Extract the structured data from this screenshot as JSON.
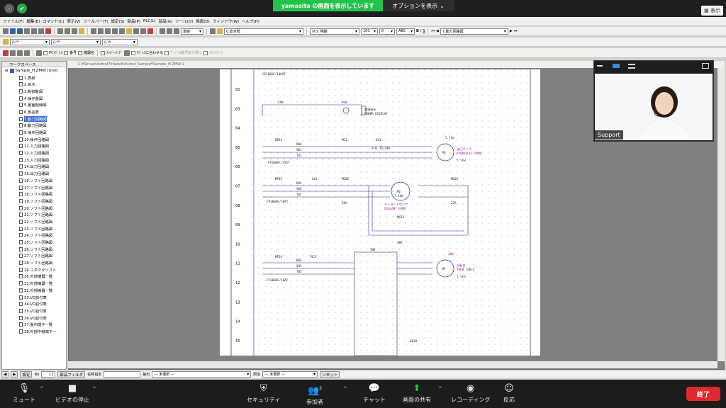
{
  "zoom": {
    "banner_text": "yamasita の画面を表示しています",
    "options_label": "オプションを表示",
    "view_label": "表示",
    "bottom": {
      "mute": "ミュート",
      "video": "ビデオの停止",
      "security": "セキュリティ",
      "participants": "参加者",
      "participants_count": "3",
      "chat": "チャット",
      "share": "画面の共有",
      "record": "レコーディング",
      "reactions": "反応",
      "end": "終了"
    },
    "video_name": "Support",
    "colors": {
      "share_green": "#23c24a",
      "end_red": "#e0292f"
    }
  },
  "menu": [
    "ファイル(F)",
    "編集(E)",
    "コマンド(C)",
    "表示(V)",
    "ツールバー(T)",
    "設定(S)",
    "部品(P)",
    "PLC(L)",
    "部品(G)",
    "ツール(O)",
    "画面(D)",
    "ウィンドウ(W)",
    "ヘルプ(H)"
  ],
  "toolbar": {
    "line_style": "単線",
    "layer_combo": "0.総合部",
    "font_combo": "ＭＳ 明朝",
    "size1": "100",
    "size2": "0",
    "abc": "ABC",
    "bold": "B",
    "italic": "I",
    "underline": "S",
    "page_combo": "7.動力回路図",
    "layer1": "(ﾚｲﾔ",
    "layer2": "(ﾚｲﾔ",
    "layer3": "(ﾚｲﾔ",
    "pc_address": "PCｱﾄﾞﾚｽ",
    "part_no": "番号",
    "device_name": "機器名",
    "numbering": "ﾅﾝﾊﾞｰﾘﾝｸﾞ",
    "address_match": "ｱﾄﾞﾚｽに合わせる",
    "device_split": "ﾃﾞﾊﾞｲｽ番号割り振く",
    "countdown": "ｶｳﾝﾄﾀﾞｳﾝ"
  },
  "draw_path": "C:¥SinvatUnidraf7¥data¥Unidraf_Sample¥Sample_H.ZMW-1",
  "workspace": {
    "title": "ワークスペース",
    "root": "Sample_H.ZMW (Unid",
    "items": [
      "1.表紙",
      "2.目次",
      "3.制御盤図",
      "4.操作盤図",
      "5.裏面配線図",
      "6.部品表",
      "7.動力回路図",
      "8.動力回路図",
      "9.操作回路図",
      "10.操作回路図",
      "11.入力回路図",
      "12.入力回路図",
      "13.入力回路図",
      "14.出力回路図",
      "15.出力回路図",
      "16.ソフト回路図",
      "17.ソフト回路図",
      "18.ソフト回路図",
      "19.ソフト回路図",
      "20.ソフト回路図",
      "21.ソフト回路図",
      "22.ソフト回路図",
      "23.ソフト回路図",
      "24.ソフト回路図",
      "25.ソフト回路図",
      "26.ソフト回路図",
      "27.ソフト回路図",
      "28.ソフト回路図",
      "29.コネクタリスト",
      "30.外部機器一覧",
      "31.外部機器一覧",
      "32.外部機器一覧",
      "33.I/O割付表",
      "34.I/O割付表",
      "35.I/O割付表",
      "36.I/O割付表",
      "37.盤内端子一覧",
      "38.外部中継端子一"
    ],
    "selected_index": 6
  },
  "status": {
    "settings": "設定",
    "no_label": "No",
    "no_value": "11",
    "part_filter": "部品フィルタ",
    "name_spec": "名称指定",
    "extract_label": "抽出",
    "extract_value": "--- 未選択 ---",
    "limit_label": "限定",
    "limit_value": "--- 未選択 ---",
    "reset": "リセット"
  },
  "schematic": {
    "rows": [
      "02",
      "03",
      "04",
      "05",
      "06",
      "07",
      "08",
      "09",
      "10",
      "11",
      "12",
      "13",
      "14",
      "15"
    ],
    "labels": {
      "mcb_top": "CP100AF/100AT",
      "cp0": "CP0",
      "pl0": "PL0",
      "power_jp": "電源表示",
      "power_en": "POWER DISPLAY",
      "mf1": "MF01",
      "mc1": "MC1",
      "ol1": "OL1",
      "ol1_range": "ｻｰﾏﾙ 15~24A",
      "r04": "R04",
      "s01": "S01",
      "t01": "T01",
      "cp_mf1": "CP100AF/75AT",
      "pump_kw": "5.5kW",
      "pump_jp": "油圧ポンプ",
      "pump_en": "HYDRAULIC PUMP",
      "pump_kw2": "5.5kW",
      "m1": "M1",
      "mf2": "MF02",
      "ol2": "OL2",
      "mc2": "MC02",
      "mc2b": "MC02",
      "r02": "R02",
      "s02": "S02",
      "t02": "T02",
      "cp_mf2": "CP100AF/10AT",
      "coolant_kw": "7.5kW",
      "coolant_jp": "クーラントポンプ",
      "coolant_en": "COOLANT PUMP",
      "m2": "M2",
      "a50": "50A",
      "a32": "32A",
      "mc02_low": "MC02",
      "a50b": "50A",
      "mf3": "MF03",
      "mc3": "MC3",
      "r03": "R03",
      "s03": "S03",
      "t03": "T03",
      "cp_mf3": "CP100AF/10AT",
      "inv": "INV",
      "table_kw": "200",
      "table_jp": "回転台",
      "table_en": "TURN TABLE",
      "table_kw2": "1.5kW",
      "m3": "M3",
      "x1": "X010"
    }
  }
}
